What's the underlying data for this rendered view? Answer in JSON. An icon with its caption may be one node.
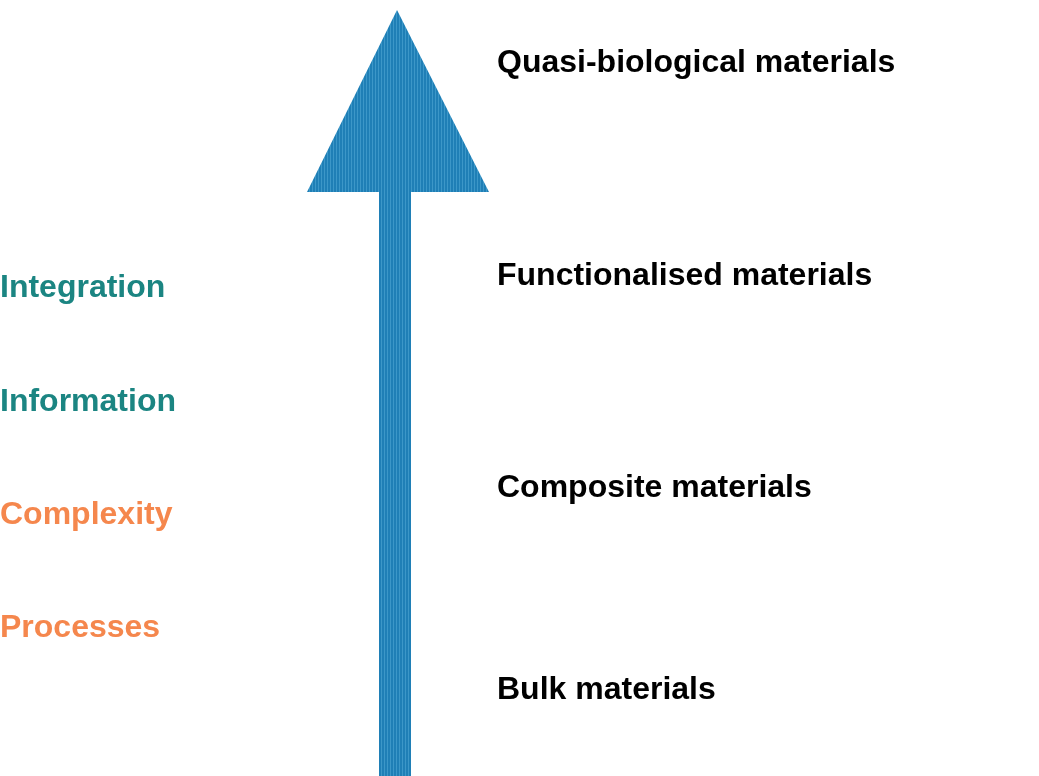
{
  "diagram": {
    "labels": [
      "Quasi-biological materials",
      "Integration",
      "Functionalised materials",
      "Information",
      "Complexity",
      "Composite materials",
      "Processes",
      "Bulk materials"
    ]
  }
}
